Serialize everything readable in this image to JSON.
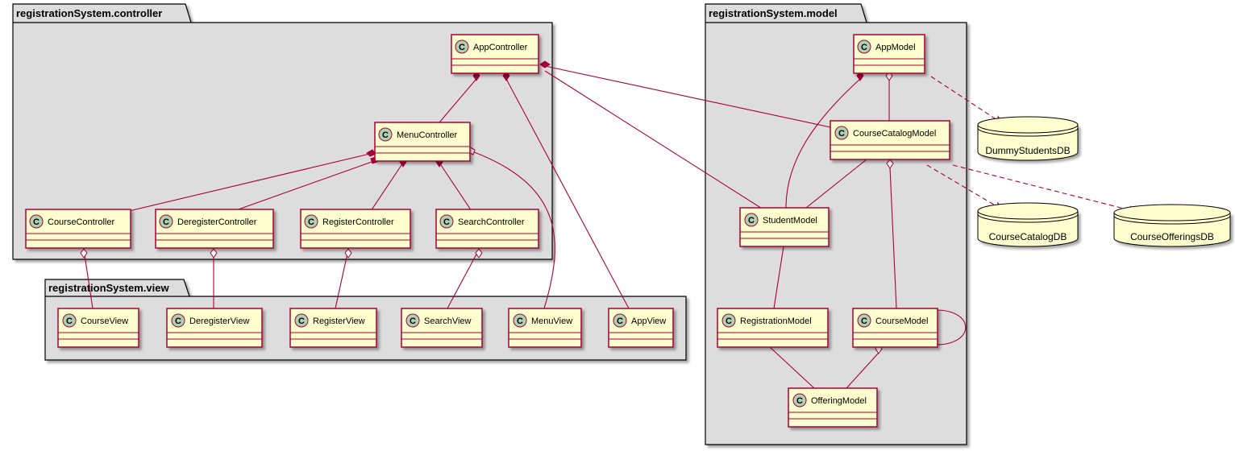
{
  "packages": {
    "controller": "registrationSystem.controller",
    "view": "registrationSystem.view",
    "model": "registrationSystem.model"
  },
  "classes": {
    "app_controller": "AppController",
    "menu_controller": "MenuController",
    "course_controller": "CourseController",
    "deregister_controller": "DeregisterController",
    "register_controller": "RegisterController",
    "search_controller": "SearchController",
    "course_view": "CourseView",
    "deregister_view": "DeregisterView",
    "register_view": "RegisterView",
    "search_view": "SearchView",
    "menu_view": "MenuView",
    "app_view": "AppView",
    "app_model": "AppModel",
    "course_catalog_model": "CourseCatalogModel",
    "student_model": "StudentModel",
    "registration_model": "RegistrationModel",
    "course_model": "CourseModel",
    "offering_model": "OfferingModel"
  },
  "databases": {
    "dummy_students": "DummyStudentsDB",
    "course_catalog": "CourseCatalogDB",
    "course_offerings": "CourseOfferingsDB"
  },
  "class_icon_letter": "C",
  "colors": {
    "class_fill": "#FEFECE",
    "class_border": "#A80036",
    "package_fill": "#DDDDDD",
    "edge": "#A80036",
    "icon_fill": "#ADD1B2"
  }
}
